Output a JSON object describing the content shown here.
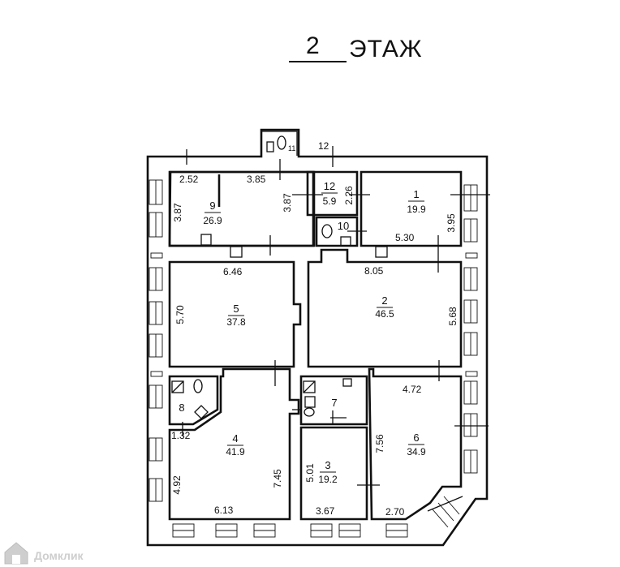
{
  "title": {
    "number": "2",
    "word": "ЭТАЖ"
  },
  "rooms": [
    {
      "id": "1",
      "number": "1",
      "area": "19.9"
    },
    {
      "id": "2",
      "number": "2",
      "area": "46.5"
    },
    {
      "id": "3",
      "number": "3",
      "area": "19.2"
    },
    {
      "id": "4",
      "number": "4",
      "area": "41.9"
    },
    {
      "id": "5",
      "number": "5",
      "area": "37.8"
    },
    {
      "id": "6",
      "number": "6",
      "area": "34.9"
    },
    {
      "id": "7",
      "number": "7",
      "area": ""
    },
    {
      "id": "8",
      "number": "8",
      "area": ""
    },
    {
      "id": "9",
      "number": "9",
      "area": "26.9"
    },
    {
      "id": "10",
      "number": "10",
      "area": ""
    },
    {
      "id": "11",
      "number": "11",
      "area": ""
    },
    {
      "id": "12",
      "number": "12",
      "area": "5.9"
    }
  ],
  "labels": {
    "corridor_mark": "12",
    "d_252": "2.52",
    "d_385": "3.85",
    "d_387a": "3.87",
    "d_387b": "3.87",
    "d_226": "2.26",
    "d_395": "3.95",
    "d_530": "5.30",
    "d_646": "6.46",
    "d_805": "8.05",
    "d_570": "5.70",
    "d_568": "5.68",
    "d_472": "4.72",
    "d_132": "1.32",
    "d_492": "4.92",
    "d_745": "7.45",
    "d_613": "6.13",
    "d_501": "5.01",
    "d_367": "3.67",
    "d_756": "7.56",
    "d_270": "2.70"
  },
  "watermark": {
    "text": "Домклик"
  }
}
